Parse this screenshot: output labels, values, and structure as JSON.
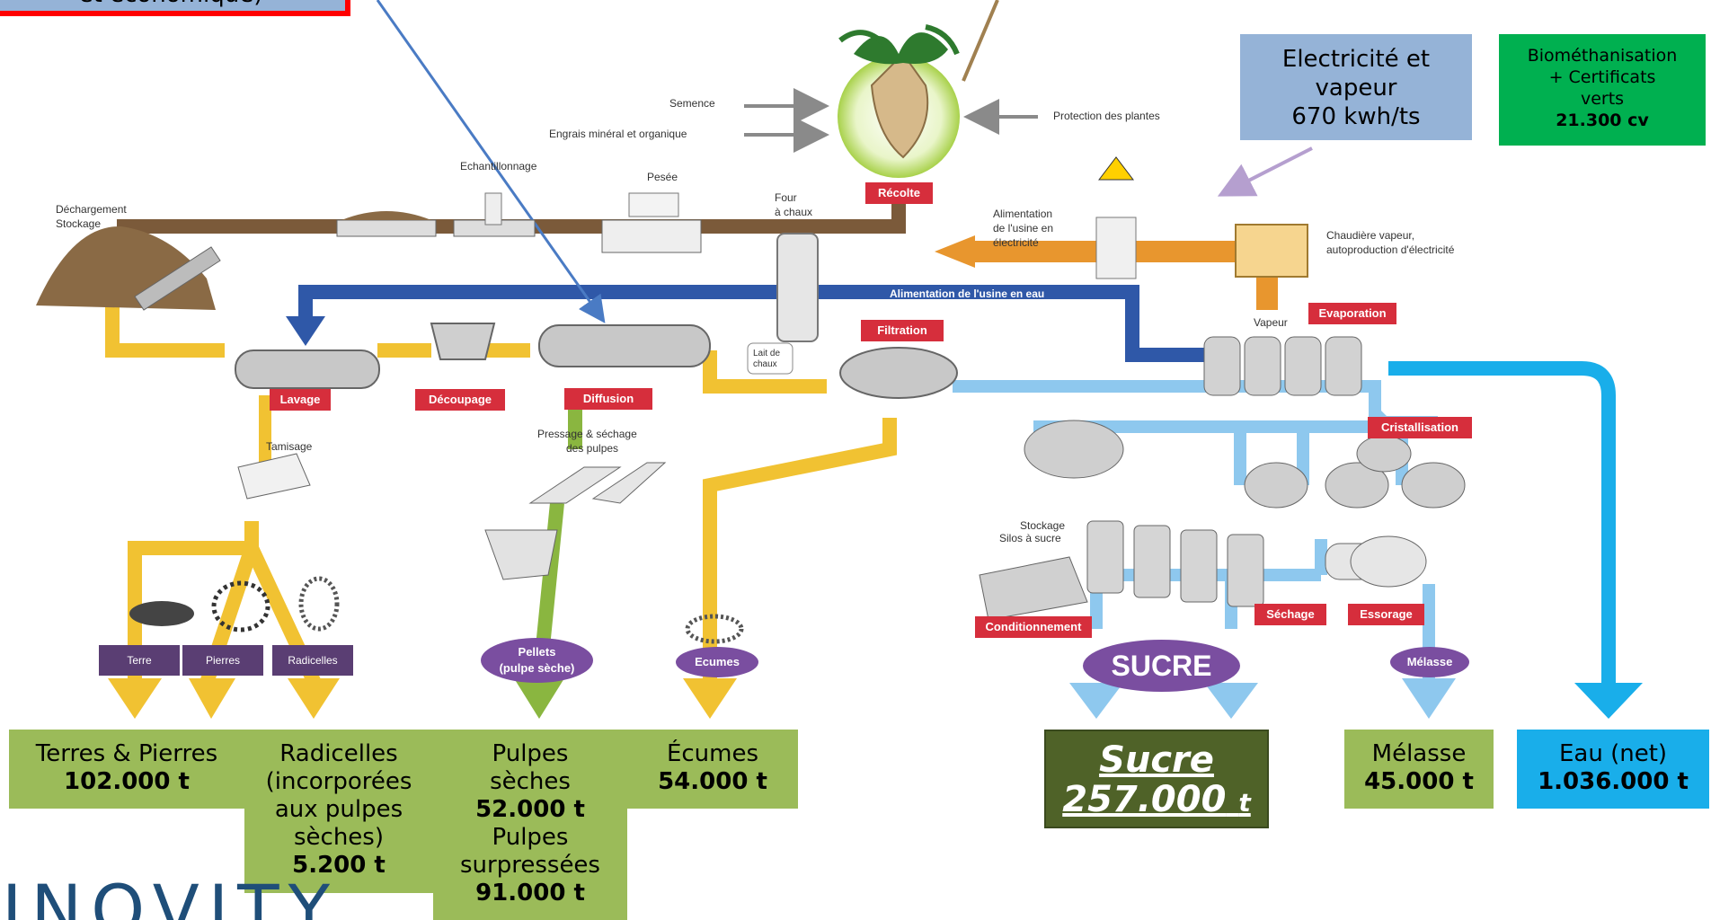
{
  "top_left_box_text": "et économique)",
  "inputs": {
    "semence": "Semence",
    "engrais": "Engrais minéral et organique",
    "protection": "Protection des plantes"
  },
  "process_labels": {
    "echantillonnage": "Echantillonnage",
    "pesee": "Pesée",
    "dechargement": "Déchargement",
    "stockage": "Stockage",
    "four": "Four",
    "a_chaux": "à chaux",
    "lait": "Lait de",
    "chaux": "chaux",
    "alim_elec_1": "Alimentation",
    "alim_elec_2": "de l'usine en",
    "alim_elec_3": "électricité",
    "chaudiere_1": "Chaudière vapeur,",
    "chaudiere_2": "autoproduction d'électricité",
    "alim_eau": "Alimentation de l'usine en eau",
    "vapeur": "Vapeur",
    "tamisage": "Tamisage",
    "pressage_1": "Pressage & séchage",
    "pressage_2": "des pulpes",
    "stockage_silos_1": "Stockage",
    "stockage_silos_2": "Silos à sucre"
  },
  "red_tags": {
    "recolte": "Récolte",
    "lavage": "Lavage",
    "decoupage": "Découpage",
    "diffusion": "Diffusion",
    "filtration": "Filtration",
    "evaporation": "Evaporation",
    "cristallisation": "Cristallisation",
    "conditionnement": "Conditionnement",
    "sechage": "Séchage",
    "essorage": "Essorage"
  },
  "byproduct_tags": {
    "terre": "Terre",
    "pierres": "Pierres",
    "radicelles": "Radicelles",
    "pellets_1": "Pellets",
    "pellets_2": "(pulpe sèche)",
    "ecumes": "Ecumes",
    "melasse": "Mélasse",
    "sucre_big": "SUCRE"
  },
  "energy_box": {
    "line1": "Electricité et",
    "line2": "vapeur",
    "line3": "670 kwh/ts"
  },
  "bio_box": {
    "line1": "Biométhanisation",
    "line2": "+ Certificats",
    "line3": "verts",
    "line4": "21.300 cv"
  },
  "outputs": {
    "terres": {
      "l1": "Terres & Pierres",
      "v": "102.000 t"
    },
    "radicelles": {
      "l1": "Radicelles",
      "l2": "(incorporées",
      "l3": "aux pulpes",
      "l4": "sèches)",
      "v": "5.200 t"
    },
    "pulpes": {
      "l1": "Pulpes",
      "l2": "sèches",
      "v1": "52.000 t",
      "l3": "Pulpes",
      "l4": "surpressées",
      "v2": "91.000 t"
    },
    "ecumes": {
      "l1": "Écumes",
      "v": "54.000 t"
    },
    "sucre": {
      "l1": "Sucre",
      "v": "257.000",
      "u": "t"
    },
    "melasse": {
      "l1": "Mélasse",
      "v": "45.000 t"
    },
    "eau": {
      "l1": "Eau (net)",
      "v": "1.036.000 t"
    }
  },
  "logo_text": "INOVITY",
  "colors": {
    "brown": "#7b5a3a",
    "yellow": "#f1c232",
    "blue_dark": "#2f58a8",
    "blue_light": "#8ec8ee",
    "cyan": "#19aeea",
    "orange": "#e8962e",
    "green_box": "#9bbb59",
    "green_dark": "#4f6228",
    "red_tag": "#d62e3c",
    "energy_box": "#95b3d7",
    "bio_box": "#00b050"
  }
}
